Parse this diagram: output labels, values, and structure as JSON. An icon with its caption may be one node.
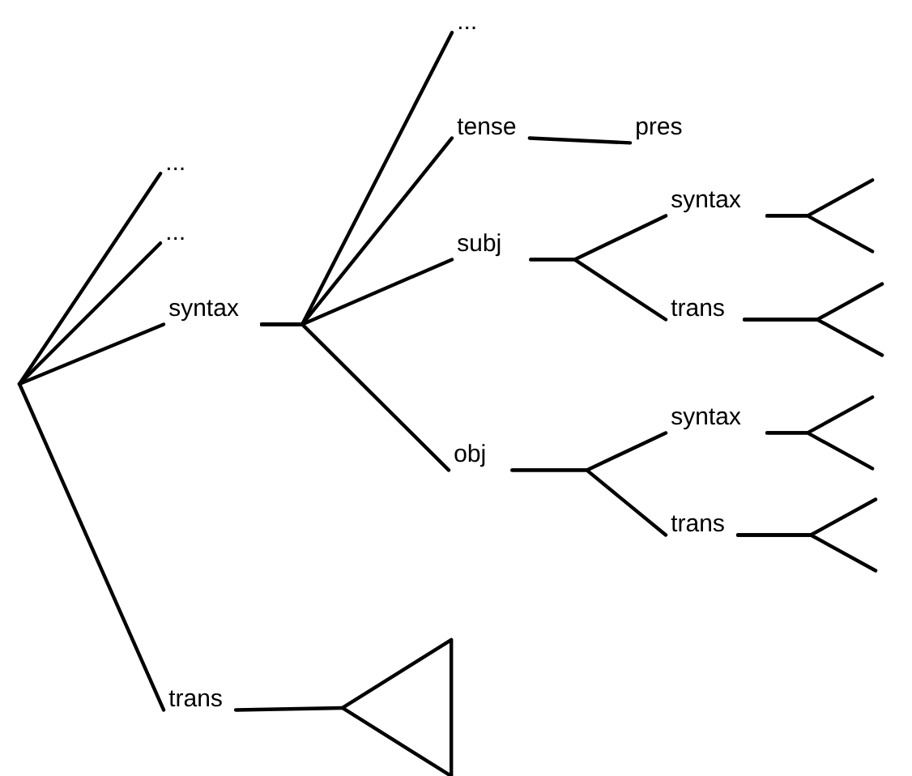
{
  "diagram": {
    "nodes": [
      {
        "text": [
          "..."
        ]
      },
      {
        "text": [
          "..."
        ]
      },
      {
        "text": [
          "syntax"
        ]
      },
      {
        "text": [
          "trans"
        ]
      },
      {
        "text": [],
        "shape": "triangle"
      },
      {
        "text": [
          "..."
        ]
      },
      {
        "text": [
          "tense"
        ]
      },
      {
        "text": [
          "pres"
        ]
      },
      {
        "text": [
          "subj"
        ]
      },
      {
        "text": [
          "obj"
        ]
      },
      {
        "text": [
          "syntax"
        ]
      },
      {
        "text": [
          "trans"
        ]
      },
      {
        "text": [
          "syntax"
        ]
      },
      {
        "text": [
          "trans"
        ]
      }
    ],
    "edges": [
      {
        "from": null,
        "to": 0,
        "arrow": "none"
      },
      {
        "from": null,
        "to": 1,
        "arrow": "none"
      },
      {
        "from": null,
        "to": 2,
        "arrow": "none"
      },
      {
        "from": null,
        "to": 3,
        "arrow": "none"
      },
      {
        "from": 3,
        "to": 4,
        "arrow": "none"
      },
      {
        "from": 2,
        "to": 5,
        "arrow": "none"
      },
      {
        "from": 2,
        "to": 6,
        "arrow": "none"
      },
      {
        "from": 2,
        "to": 8,
        "arrow": "none"
      },
      {
        "from": 2,
        "to": 9,
        "arrow": "none"
      },
      {
        "from": 6,
        "to": 7,
        "arrow": "none"
      },
      {
        "from": 8,
        "to": 10,
        "arrow": "none"
      },
      {
        "from": 8,
        "to": 11,
        "arrow": "none"
      },
      {
        "from": 9,
        "to": 12,
        "arrow": "none"
      },
      {
        "from": 9,
        "to": 13,
        "arrow": "none"
      },
      {
        "from": 10,
        "to": null,
        "arrow": "none"
      },
      {
        "from": 10,
        "to": null,
        "arrow": "none"
      },
      {
        "from": 11,
        "to": null,
        "arrow": "none"
      },
      {
        "from": 11,
        "to": null,
        "arrow": "none"
      },
      {
        "from": 12,
        "to": null,
        "arrow": "none"
      },
      {
        "from": 12,
        "to": null,
        "arrow": "none"
      },
      {
        "from": 13,
        "to": null,
        "arrow": "none"
      },
      {
        "from": 13,
        "to": null,
        "arrow": "none"
      }
    ]
  }
}
